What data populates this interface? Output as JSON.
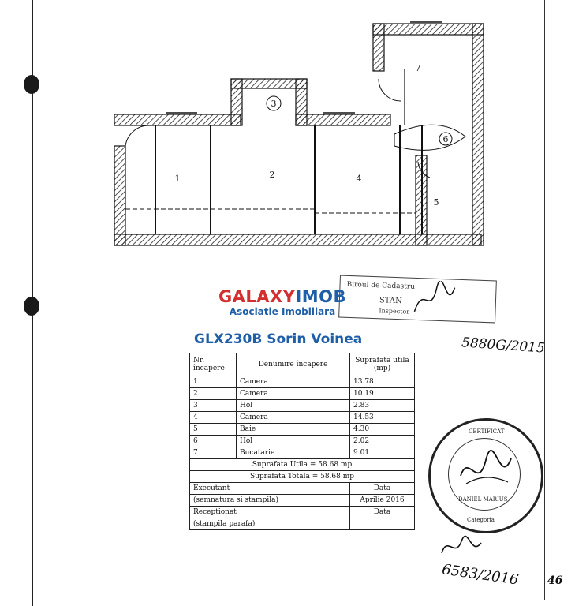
{
  "plan": {
    "room_numbers": [
      "1",
      "2",
      "3",
      "4",
      "5",
      "6",
      "7"
    ]
  },
  "brand": {
    "name_part1": "GALAXY",
    "name_part2": "IMOB",
    "subtitle": "Asociatie Imobiliara",
    "red": "#d32f2f",
    "blue": "#1e5fa8"
  },
  "listing": {
    "code": "GLX230B Sorin Voinea"
  },
  "handwritten": {
    "top_ref": "5880G/2015",
    "bottom_ref": "6583/2016",
    "page_number": "46"
  },
  "top_stamp": {
    "line1": "Biroul de Cadastru",
    "line2": "STAN",
    "line3": "Inspector"
  },
  "table": {
    "headers": {
      "nr": "Nr. încapere",
      "name": "Denumire încapere",
      "area": "Suprafata utila (mp)"
    },
    "rows": [
      {
        "nr": "1",
        "name": "Camera",
        "area": "13.78"
      },
      {
        "nr": "2",
        "name": "Camera",
        "area": "10.19"
      },
      {
        "nr": "3",
        "name": "Hol",
        "area": "2.83"
      },
      {
        "nr": "4",
        "name": "Camera",
        "area": "14.53"
      },
      {
        "nr": "5",
        "name": "Baie",
        "area": "4.30"
      },
      {
        "nr": "6",
        "name": "Hol",
        "area": "2.02"
      },
      {
        "nr": "7",
        "name": "Bucatarie",
        "area": "9.01"
      }
    ],
    "total_useful": "Suprafata Utila = 58.68 mp",
    "total_area": "Suprafata Totala = 58.68 mp",
    "executant_label": "Executant",
    "executant_sub": "(semnatura si stampila)",
    "date_label": "Data",
    "date_value": "Aprilie 2016",
    "receptionat_label": "Receptionat",
    "receptionat_sub": "(stampila parafa)",
    "date_label2": "Data"
  },
  "round_stamp": {
    "top": "CERTIFICAT",
    "middle": "DANIEL MARIUS",
    "bottom": "Categoria"
  }
}
